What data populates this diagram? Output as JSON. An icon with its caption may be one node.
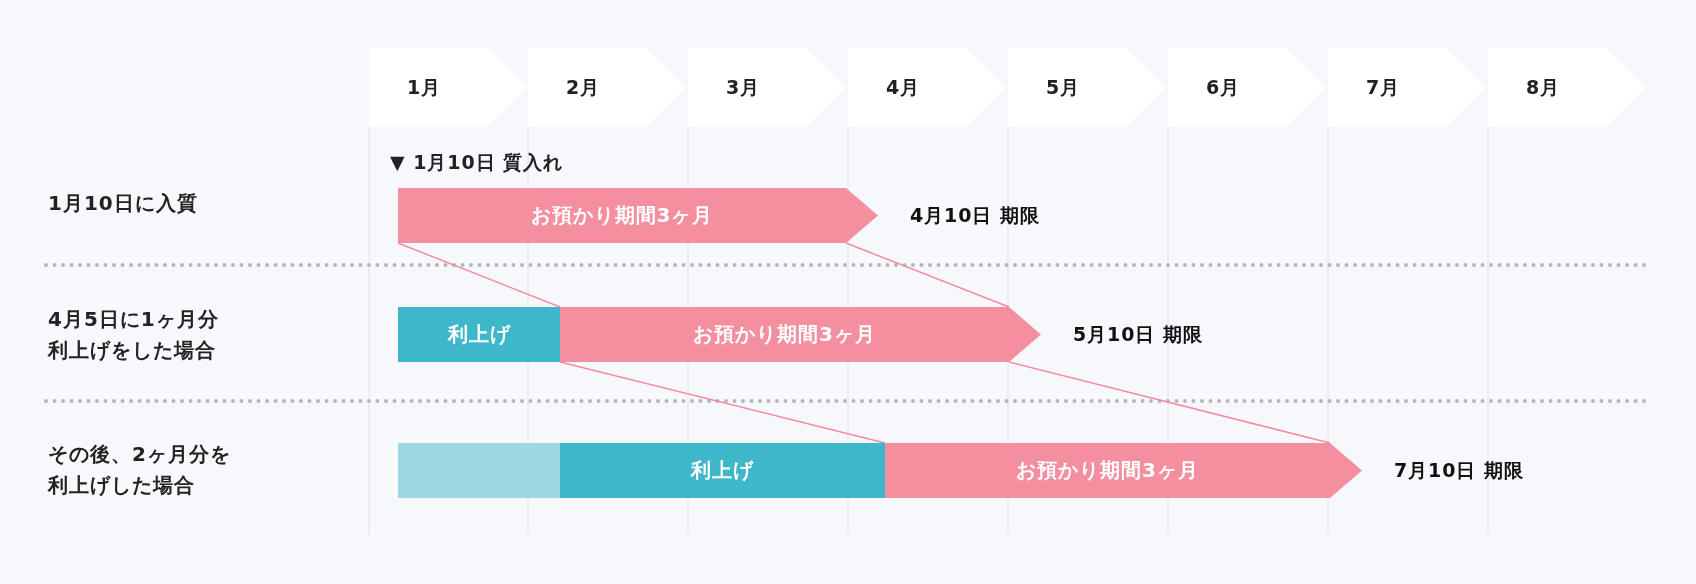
{
  "diagram": {
    "nodes": [
      {
        "text": [
          "1月"
        ]
      },
      {
        "text": [
          "2月"
        ]
      },
      {
        "text": [
          "3月"
        ]
      },
      {
        "text": [
          "4月"
        ]
      },
      {
        "text": [
          "5月"
        ]
      },
      {
        "text": [
          "6月"
        ]
      },
      {
        "text": [
          "7月"
        ]
      },
      {
        "text": [
          "8月"
        ]
      },
      {
        "text": [
          "1月10日に入質"
        ]
      },
      {
        "text": [
          "4月5日に1ヶ月分利上げをした場合"
        ]
      },
      {
        "text": [
          "その後、2ヶ月分を利上げした場合"
        ]
      },
      {
        "text": [
          "お預かり期間3ヶ月"
        ],
        "beside": [
          "4月10日 期限"
        ]
      },
      {
        "text": [
          "利上げ"
        ]
      },
      {
        "text": [
          "お預かり期間3ヶ月"
        ],
        "beside": [
          "5月10日 期限"
        ]
      },
      {
        "text": [],
        "shape": "box"
      },
      {
        "text": [
          "利上げ"
        ]
      },
      {
        "text": [
          "お預かり期間3ヶ月"
        ],
        "beside": [
          "7月10日 期限"
        ]
      }
    ],
    "edges": [
      {
        "from": 11,
        "to": 13,
        "arrow": "none"
      },
      {
        "from": 11,
        "to": 13,
        "arrow": "none"
      },
      {
        "from": 13,
        "to": 16,
        "arrow": "none"
      },
      {
        "from": 13,
        "to": 16,
        "arrow": "none"
      }
    ],
    "labels": [
      "▼ 1月10日 質入れ"
    ]
  }
}
